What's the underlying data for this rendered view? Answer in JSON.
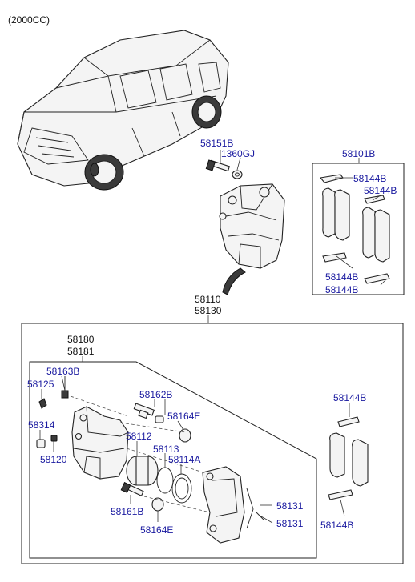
{
  "header": {
    "engine_label": "(2000CC)"
  },
  "labels": {
    "l58151B": "58151B",
    "l1360GJ": "1360GJ",
    "l58101B": "58101B",
    "l58144B_a": "58144B",
    "l58144B_b": "58144B",
    "l58144B_c": "58144B",
    "l58144B_d": "58144B",
    "l58110": "58110",
    "l58130": "58130",
    "l58180": "58180",
    "l58181": "58181",
    "l58163B": "58163B",
    "l58125": "58125",
    "l58162B": "58162B",
    "l58164E_a": "58164E",
    "l58314": "58314",
    "l58112": "58112",
    "l58113": "58113",
    "l58114A": "58114A",
    "l58120": "58120",
    "l58144B_e": "58144B",
    "l58131_a": "58131",
    "l58131_b": "58131",
    "l58161B": "58161B",
    "l58164E_b": "58164E",
    "l58144B_f": "58144B"
  },
  "colors": {
    "label_link": "#1a1aa0",
    "line": "#222222"
  }
}
